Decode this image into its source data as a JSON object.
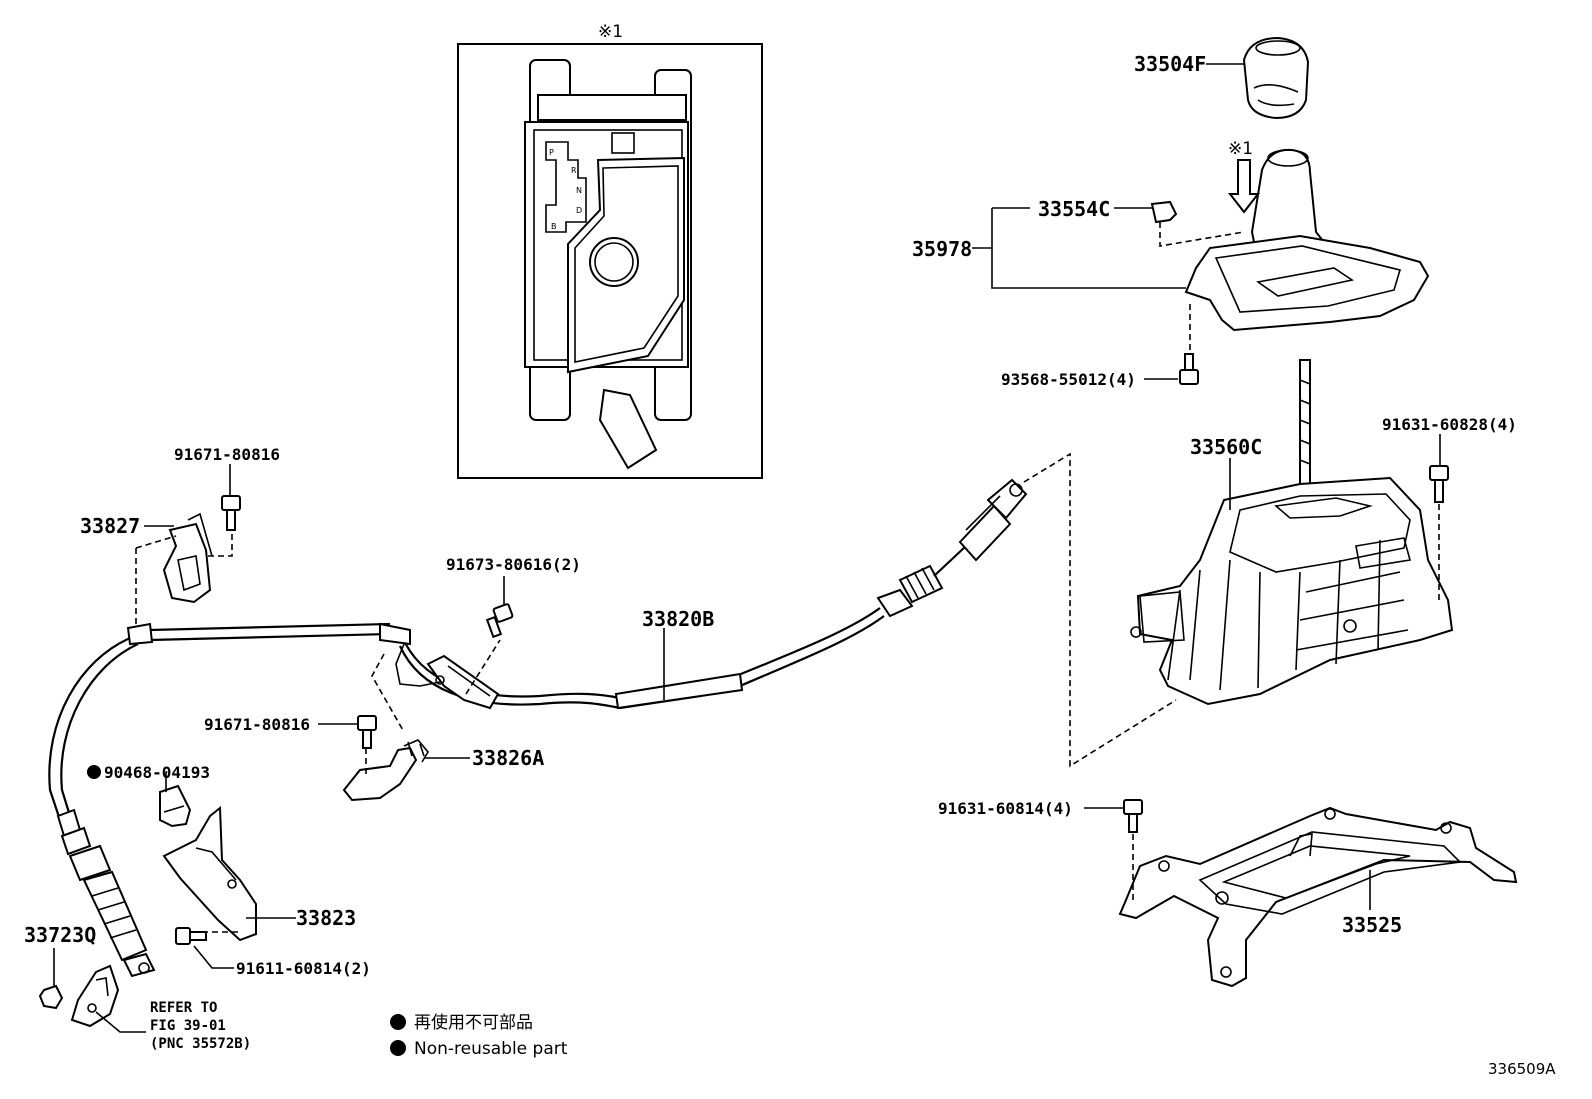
{
  "inset": {
    "marker": "※1"
  },
  "labels": {
    "p33504F": "33504F",
    "p33554C": "33554C",
    "p35978": "35978",
    "marker1": "※1",
    "p93568": "93568-55012(4)",
    "p33560C": "33560C",
    "p91631_60828": "91631-60828(4)",
    "p91671_a": "91671-80816",
    "p33827": "33827",
    "p91673": "91673-80616(2)",
    "p33820B": "33820B",
    "p91671_b": "91671-80816",
    "p33826A": "33826A",
    "p90468": "90468-04193",
    "p33823": "33823",
    "p91611": "91611-60814(2)",
    "p33723Q": "33723Q",
    "refer1": "REFER TO",
    "refer2": "FIG 39-01",
    "refer3": "(PNC 35572B)",
    "p91631_60814": "91631-60814(4)",
    "p33525": "33525",
    "figno": "336509A"
  },
  "legend": {
    "jp": "再使用不可部品",
    "en": "Non-reusable part"
  }
}
